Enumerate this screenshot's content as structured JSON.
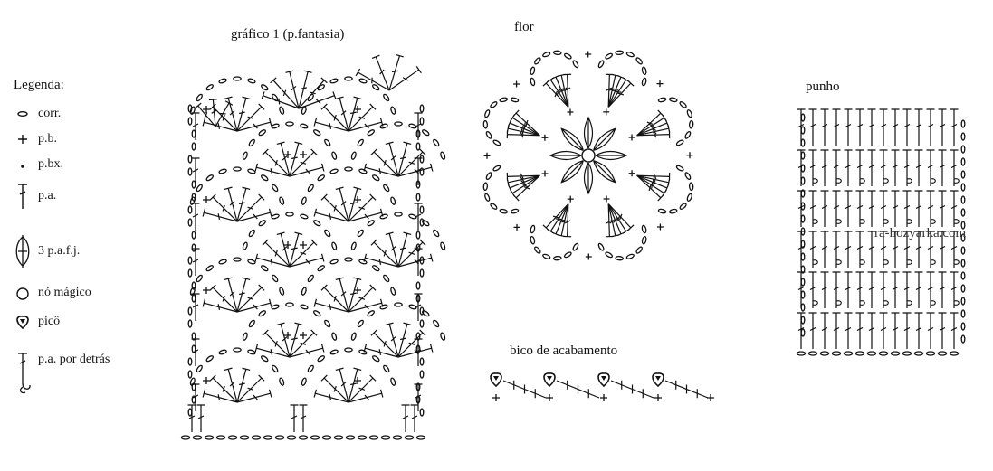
{
  "titles": {
    "chart1": "gráfico 1 (p.fantasia)",
    "flower": "flor",
    "cuff": "punho",
    "edging": "bico de acabamento"
  },
  "legend": {
    "title": "Legenda:",
    "items": [
      {
        "symbol": "chain-icon",
        "label": "corr."
      },
      {
        "symbol": "single-crochet-icon",
        "label": "p.b."
      },
      {
        "symbol": "slip-stitch-icon",
        "label": "p.bx."
      },
      {
        "symbol": "double-crochet-icon",
        "label": "p.a."
      },
      {
        "symbol": "cluster-icon",
        "label": "3 p.a.f.j."
      },
      {
        "symbol": "magic-ring-icon",
        "label": "nó mágico"
      },
      {
        "symbol": "picot-icon",
        "label": "picô"
      },
      {
        "symbol": "back-post-dc-icon",
        "label": "p.a. por detrás"
      }
    ]
  },
  "watermark": "ra-hozyarka.com",
  "colors": {
    "ink": "#111111",
    "background": "#ffffff"
  }
}
